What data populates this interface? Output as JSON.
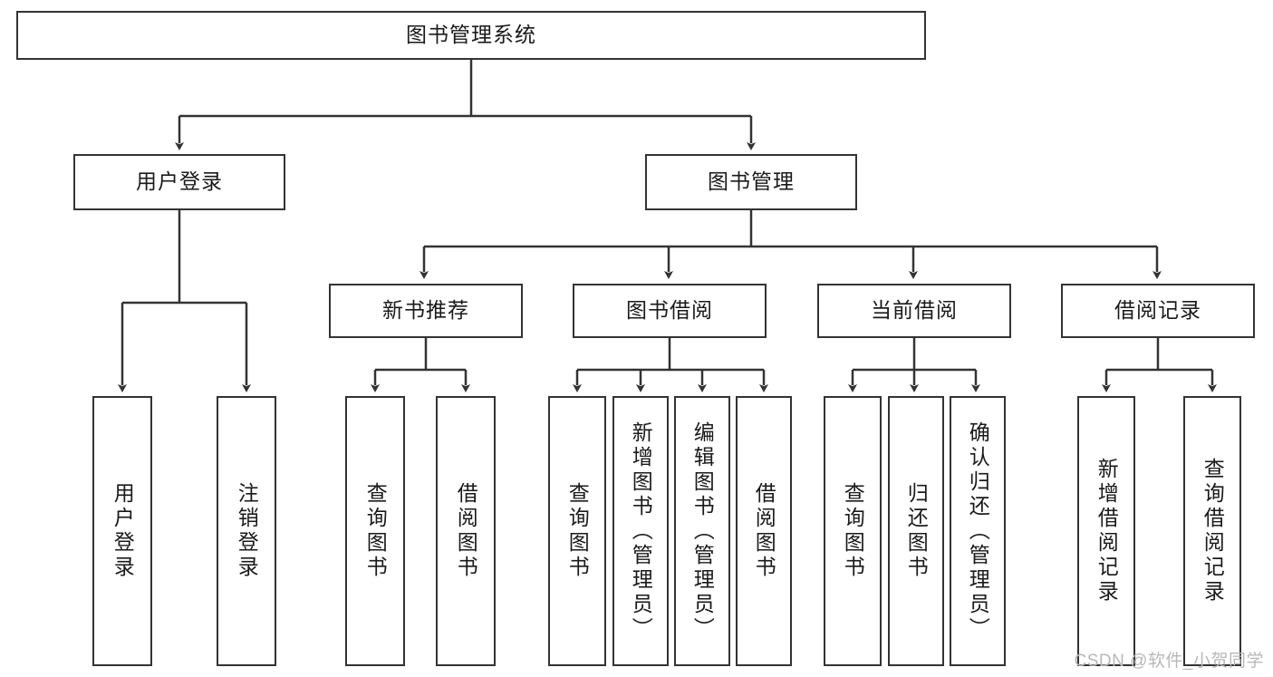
{
  "diagram": {
    "title": "图书管理系统",
    "type": "hierarchy-tree",
    "watermark": "CSDN @软件_小贺同学",
    "colors": {
      "box_border": "#333333",
      "box_fill": "#ffffff",
      "edge": "#333333",
      "text": "#1a1a1a",
      "watermark": "#b8b8b8",
      "background": "#ffffff"
    },
    "levels": {
      "root": {
        "id": "root",
        "label": "图书管理系统",
        "orientation": "horizontal"
      },
      "level2": [
        {
          "id": "user-login",
          "label": "用户登录",
          "orientation": "horizontal"
        },
        {
          "id": "book-management",
          "label": "图书管理",
          "orientation": "horizontal"
        }
      ],
      "level3": [
        {
          "id": "new-book-recommend",
          "label": "新书推荐",
          "orientation": "horizontal",
          "parent": "book-management"
        },
        {
          "id": "book-borrow",
          "label": "图书借阅",
          "orientation": "horizontal",
          "parent": "book-management"
        },
        {
          "id": "current-borrow",
          "label": "当前借阅",
          "orientation": "horizontal",
          "parent": "book-management"
        },
        {
          "id": "borrow-record",
          "label": "借阅记录",
          "orientation": "horizontal",
          "parent": "book-management"
        }
      ],
      "leaves": [
        {
          "id": "leaf-user-login",
          "label": "用户登录",
          "orientation": "vertical",
          "parent": "user-login"
        },
        {
          "id": "leaf-logout-login",
          "label": "注销登录",
          "orientation": "vertical",
          "parent": "user-login"
        },
        {
          "id": "leaf-query-book-1",
          "label": "查询图书",
          "orientation": "vertical",
          "parent": "new-book-recommend"
        },
        {
          "id": "leaf-borrow-book-1",
          "label": "借阅图书",
          "orientation": "vertical",
          "parent": "new-book-recommend"
        },
        {
          "id": "leaf-query-book-2",
          "label": "查询图书",
          "orientation": "vertical",
          "parent": "book-borrow"
        },
        {
          "id": "leaf-add-book-admin",
          "label": "新增图书（管理员）",
          "orientation": "vertical",
          "parent": "book-borrow"
        },
        {
          "id": "leaf-edit-book-admin",
          "label": "编辑图书（管理员）",
          "orientation": "vertical",
          "parent": "book-borrow"
        },
        {
          "id": "leaf-borrow-book-2",
          "label": "借阅图书",
          "orientation": "vertical",
          "parent": "book-borrow"
        },
        {
          "id": "leaf-query-book-3",
          "label": "查询图书",
          "orientation": "vertical",
          "parent": "current-borrow"
        },
        {
          "id": "leaf-return-book",
          "label": "归还图书",
          "orientation": "vertical",
          "parent": "current-borrow"
        },
        {
          "id": "leaf-confirm-return-admin",
          "label": "确认归还（管理员）",
          "orientation": "vertical",
          "parent": "current-borrow"
        },
        {
          "id": "leaf-add-borrow-record",
          "label": "新增借阅记录",
          "orientation": "vertical",
          "parent": "borrow-record"
        },
        {
          "id": "leaf-query-borrow-record",
          "label": "查询借阅记录",
          "orientation": "vertical",
          "parent": "borrow-record"
        }
      ]
    }
  }
}
